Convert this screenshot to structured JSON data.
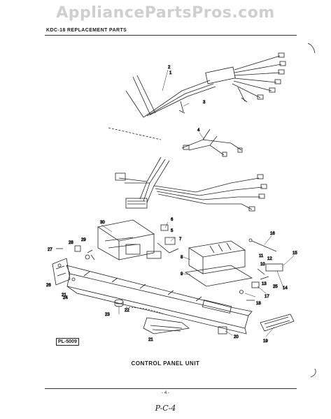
{
  "watermark": "AppliancePartsPros.com",
  "header": {
    "title": "KDC-18 REPLACEMENT PARTS"
  },
  "figure_code": "PL-5009",
  "caption": "CONTROL PANEL UNIT",
  "page_number": "- 4 -",
  "handwritten_note": "P-C-4",
  "part_labels": {
    "p1": "1",
    "p2": "2",
    "p3": "3",
    "p4": "4",
    "p5": "5",
    "p6": "6",
    "p7": "7",
    "p8": "8",
    "p9": "9",
    "p10": "10",
    "p11": "11",
    "p12": "12",
    "p13": "13",
    "p14": "14",
    "p15": "15",
    "p16": "16",
    "p17": "17",
    "p18": "18",
    "p19": "19",
    "p20": "20",
    "p21": "21",
    "p22": "22",
    "p23": "23",
    "p24": "24",
    "p25": "25",
    "p26": "26",
    "p27": "27",
    "p28": "28",
    "p29": "29",
    "p30": "30"
  }
}
